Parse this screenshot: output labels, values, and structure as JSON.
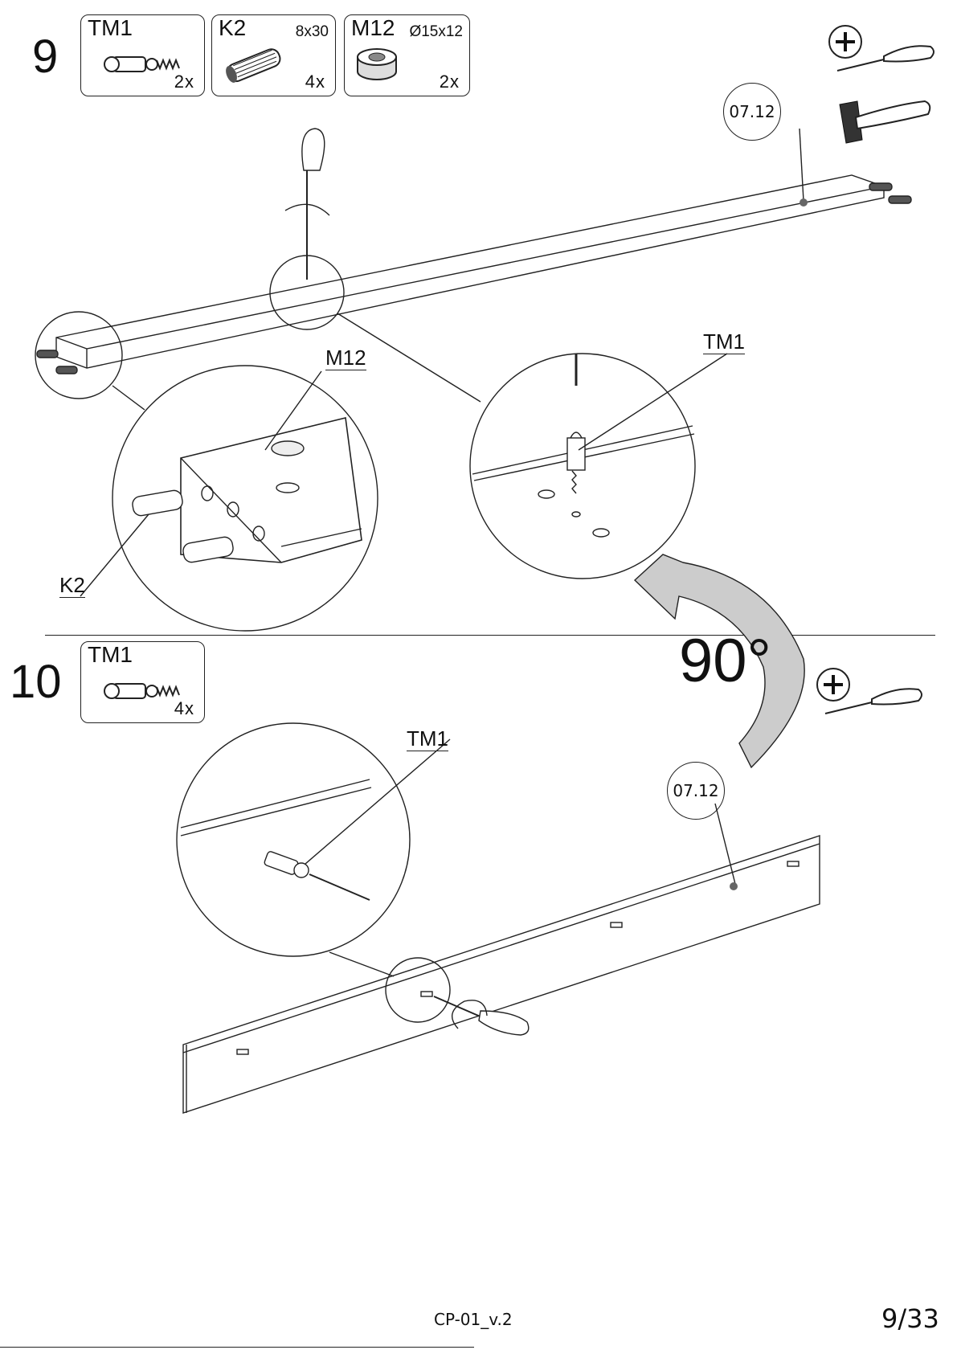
{
  "step9": {
    "number": "9",
    "hardware": [
      {
        "name": "TM1",
        "spec": "",
        "qty": "2x",
        "icon": "cam-bolt-icon"
      },
      {
        "name": "K2",
        "spec": "8x30",
        "qty": "4x",
        "icon": "wooden-dowel-icon"
      },
      {
        "name": "M12",
        "spec": "Ø15x12",
        "qty": "2x",
        "icon": "cam-lock-icon"
      }
    ],
    "part_label": "07.12",
    "callouts": {
      "m12": "M12",
      "tm1": "TM1",
      "k2": "K2"
    },
    "tools": [
      "phillips-screwdriver-icon",
      "hammer-icon"
    ]
  },
  "step10": {
    "number": "10",
    "hardware": [
      {
        "name": "TM1",
        "spec": "",
        "qty": "4x",
        "icon": "cam-bolt-icon"
      }
    ],
    "part_label": "07.12",
    "rotation": "90°",
    "callouts": {
      "tm1": "TM1"
    },
    "tools": [
      "phillips-screwdriver-icon"
    ]
  },
  "footer": {
    "doc_code": "CP-01_v.2",
    "page": "9/33"
  }
}
